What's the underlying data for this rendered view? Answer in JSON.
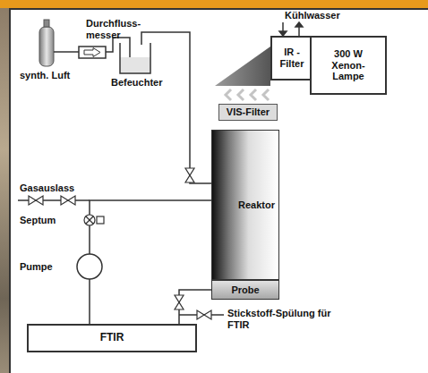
{
  "diagram": {
    "nodes": [
      {
        "text": [
          "IR - Filter"
        ]
      },
      {
        "text": [
          "300 W Xenon- Lampe"
        ]
      },
      {
        "text": [
          "VIS-Filter"
        ]
      },
      {
        "text": [
          "Reaktor"
        ]
      },
      {
        "text": [
          "Probe"
        ]
      },
      {
        "text": [
          "FTIR"
        ]
      }
    ],
    "edges": [
      {
        "from": 3,
        "to": 5,
        "arrow": "none"
      },
      {
        "from": 4,
        "to": 5,
        "arrow": "none"
      }
    ],
    "labels": [
      "Kühlwasser",
      "Durchfluss- messer",
      "synth. Luft",
      "Befeuchter",
      "Gasauslass",
      "Septum",
      "Pumpe",
      "Stickstoff-Spülung für FTIR"
    ]
  }
}
